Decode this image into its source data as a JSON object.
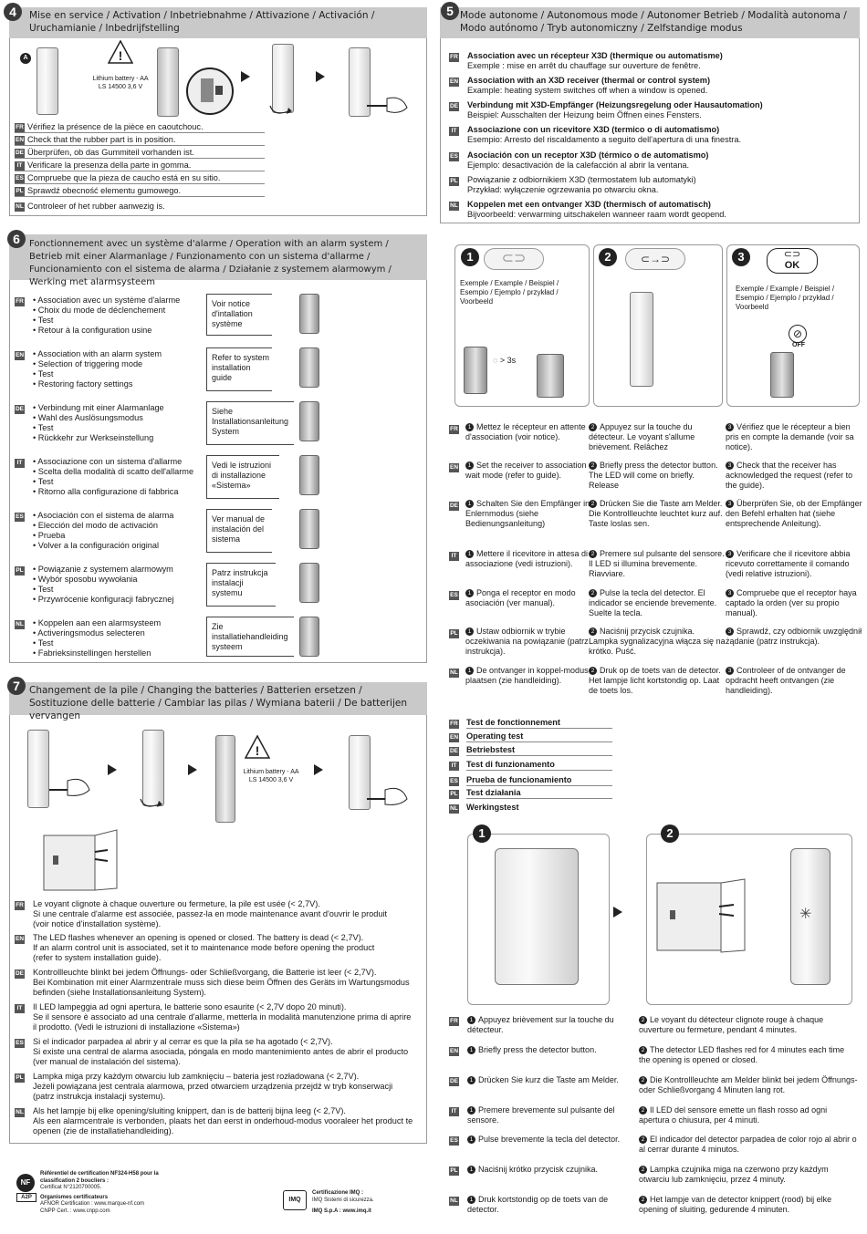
{
  "sec4": {
    "num": "4",
    "title": "Mise en service / Activation / Inbetriebnahme / Attivazione / Activación / Uruchamianie / Inbedrijfstelling",
    "label_a": "A",
    "battery": "Lithium battery - AA",
    "battery_spec": "LS 14500 3,6 V",
    "rows": [
      {
        "lang": "FR",
        "text": "Vérifiez la présence de la pièce en caoutchouc."
      },
      {
        "lang": "EN",
        "text": "Check that the rubber part is in position."
      },
      {
        "lang": "DE",
        "text": "Überprüfen, ob das Gummiteil vorhanden ist."
      },
      {
        "lang": "IT",
        "text": "Verificare la presenza della parte in gomma."
      },
      {
        "lang": "ES",
        "text": "Compruebe que la pieza de caucho está en su sitio."
      },
      {
        "lang": "PL",
        "text": "Sprawdź obecność elementu gumowego."
      },
      {
        "lang": "NL",
        "text": "Controleer of het rubber aanwezig is."
      }
    ]
  },
  "sec5": {
    "num": "5",
    "title": "Mode autonome / Autonomous mode / Autonomer Betrieb / Modalità autonoma / Modo autónomo / Tryb autonomiczny / Zelfstandige modus",
    "rows": [
      {
        "lang": "FR",
        "title": "Association avec un récepteur X3D (thermique ou automatisme)",
        "text": "Exemple : mise en arrêt du chauffage sur ouverture de fenêtre."
      },
      {
        "lang": "EN",
        "title": "Association with an X3D receiver (thermal or control system)",
        "text": "Example: heating system switches off when a window is opened."
      },
      {
        "lang": "DE",
        "title": "Verbindung mit X3D-Empfänger (Heizungsregelung oder Hausautomation)",
        "text": "Beispiel: Ausschalten der Heizung beim Öffnen eines Fensters."
      },
      {
        "lang": "IT",
        "title": "Associazione con un ricevitore X3D (termico o di automatismo)",
        "text": "Esempio: Arresto del riscaldamento a seguito dell'apertura di una finestra."
      },
      {
        "lang": "ES",
        "title": "Asociación con un receptor X3D (térmico o de automatismo)",
        "text": "Ejemplo: desactivación de la calefacción al abrir la ventana."
      },
      {
        "lang": "PL",
        "title": "Powiązanie z odbiornikiem X3D (termostatem lub automatyki)",
        "text": "Przykład: wyłączenie ogrzewania po otwarciu okna."
      },
      {
        "lang": "NL",
        "title": "Koppelen met een ontvanger X3D (thermisch of automatisch)",
        "text": "Bijvoorbeeld: verwarming uitschakelen wanneer raam wordt geopend."
      }
    ],
    "panels": [
      {
        "num": "1",
        "example": "Exemple / Example / Beispiel / Esempio / Ejemplo / przykład / Voorbeeld",
        "timer": "> 3s"
      },
      {
        "num": "2"
      },
      {
        "num": "3",
        "ok": "OK",
        "example": "Exemple / Example / Beispiel / Esempio / Ejemplo / przykład / Voorbeeld",
        "off": "OFF"
      }
    ],
    "steps": [
      {
        "lang": "FR",
        "c1": "Mettez le récepteur en attente d'association (voir notice).",
        "c2": "Appuyez sur la touche du détecteur. Le voyant s'allume brièvement. Relâchez",
        "c3": "Vérifiez que le récepteur a bien pris en compte la demande (voir sa notice)."
      },
      {
        "lang": "EN",
        "c1": "Set the receiver to association wait mode (refer to guide).",
        "c2": "Briefly press the detector button. The LED will come on briefly. Release",
        "c3": "Check that the receiver has acknowledged the request (refer to the guide)."
      },
      {
        "lang": "DE",
        "c1": "Schalten Sie den Empfänger in Enlernmodus (siehe Bedienungsanleitung)",
        "c2": "Drücken Sie die Taste am Melder. Die Kontrollleuchte leuchtet kurz auf. Taste loslas sen.",
        "c3": "Überprüfen Sie, ob der Empfänger den Befehl erhalten hat (siehe entsprechende Anleitung)."
      },
      {
        "lang": "IT",
        "c1": "Mettere il ricevitore in attesa di associazione (vedi istruzioni).",
        "c2": "Premere sul pulsante del sensore. Il LED si illumina brevemente. Riavviare.",
        "c3": "Verificare che il ricevitore abbia ricevuto correttamente il comando (vedi relative istruzioni)."
      },
      {
        "lang": "ES",
        "c1": "Ponga el receptor en modo asociación (ver manual).",
        "c2": "Pulse la tecla del detector. El indicador se enciende brevemente. Suelte la tecla.",
        "c3": "Compruebe que el receptor haya captado la orden (ver su propio manual)."
      },
      {
        "lang": "PL",
        "c1": "Ustaw odbiornik w trybie oczekiwania na powiązanie (patrz instrukcja).",
        "c2": "Naciśnij przycisk czujnika. Lampka sygnalizacyjna włącza się na krótko. Puść.",
        "c3": "Sprawdź, czy odbiornik uwzględnił żądanie (patrz instrukcja)."
      },
      {
        "lang": "NL",
        "c1": "De ontvanger in koppel-modus plaatsen (zie handleiding).",
        "c2": "Druk op de toets van de detector. Het lampje licht kortstondig op. Laat de toets los.",
        "c3": "Controleer of de ontvanger de opdracht heeft ontvangen (zie handleiding)."
      }
    ]
  },
  "sec6": {
    "num": "6",
    "title": "Fonctionnement avec un système d'alarme / Operation with an alarm system / Betrieb mit einer Alarmanlage / Funzionamento con un sistema d'allarme / Funcionamiento con el sistema de alarma / Działanie z systemem alarmowym / Werking met alarmsysteem",
    "rows": [
      {
        "lang": "FR",
        "items": [
          "• Association avec un système d'alarme",
          "• Choix du mode de déclenchement",
          "• Test",
          "• Retour à la configuration usine"
        ],
        "ref": "Voir notice d'intallation système"
      },
      {
        "lang": "EN",
        "items": [
          "• Association with an alarm system",
          "• Selection of triggering mode",
          "• Test",
          "• Restoring factory settings"
        ],
        "ref": "Refer to system installation guide"
      },
      {
        "lang": "DE",
        "items": [
          "• Verbindung mit einer Alarmanlage",
          "• Wahl des Auslösungsmodus",
          "• Test",
          "• Rückkehr zur Werkseinstellung"
        ],
        "ref": "Siehe Installationsanleitung System"
      },
      {
        "lang": "IT",
        "items": [
          "• Associazione con un sistema d'allarme",
          "• Scelta della modalità di scatto dell'allarme",
          "• Test",
          "• Ritorno alla configurazione di fabbrica"
        ],
        "ref": "Vedi le istruzioni di installazione «Sistema»"
      },
      {
        "lang": "ES",
        "items": [
          "• Asociación con el sistema de alarma",
          "• Elección del modo de activación",
          "• Prueba",
          "• Volver a la configuración original"
        ],
        "ref": "Ver manual de instalación del sistema"
      },
      {
        "lang": "PL",
        "items": [
          "• Powiązanie z systemem alarmowym",
          "• Wybór sposobu wywołania",
          "• Test",
          "• Przywrócenie konfiguracji fabrycznej"
        ],
        "ref": "Patrz instrukcja instalacji systemu"
      },
      {
        "lang": "NL",
        "items": [
          "• Koppelen aan een alarmsysteem",
          "• Activeringsmodus selecteren",
          "• Test",
          "• Fabrieksinstellingen herstellen"
        ],
        "ref": "Zie installatiehandleiding systeem"
      }
    ]
  },
  "sec7": {
    "num": "7",
    "title": "Changement de la pile / Changing the batteries / Batterien ersetzen / Sostituzione delle batterie / Cambiar las pilas / Wymiana baterii / De batterijen vervangen",
    "battery": "Lithium battery - AA",
    "battery_spec": "LS 14500 3,6 V",
    "rows": [
      {
        "lang": "FR",
        "lines": [
          "Le voyant clignote à chaque ouverture ou fermeture, la pile est usée (< 2,7V).",
          "Si une centrale d'alarme est associée, passez-la en mode maintenance avant d'ouvrir le produit",
          "(voir notice d'installation système)."
        ]
      },
      {
        "lang": "EN",
        "lines": [
          "The LED flashes whenever an opening is opened or closed. The battery is dead (< 2,7V).",
          "If an alarm control unit is associated, set it to maintenance mode before opening the product",
          "(refer to system installation guide)."
        ]
      },
      {
        "lang": "DE",
        "lines": [
          "Kontrollleuchte blinkt bei jedem Öffnungs- oder Schließvorgang, die Batterie ist leer (< 2,7V).",
          "Bei Kombination mit einer Alarmzentrale muss sich diese beim Öffnen des Geräts im Wartungsmodus",
          "befinden (siehe Installationsanleitung System)."
        ]
      },
      {
        "lang": "IT",
        "lines": [
          "Il LED lampeggia ad ogni apertura, le batterie sono esaurite (< 2,7V dopo 20 minuti).",
          "Se il sensore è associato ad una centrale d'allarme, metterla in modalità manutenzione prima di aprire",
          "il prodotto. (Vedi le istruzioni di installazione «Sistema»)"
        ]
      },
      {
        "lang": "ES",
        "lines": [
          "Si el indicador parpadea al abrir y al cerrar es que la pila se ha agotado (< 2,7V).",
          "Si existe una central de alarma asociada, póngala en modo mantenimiento antes de abrir el producto",
          "(ver manual de instalación del sistema)."
        ]
      },
      {
        "lang": "PL",
        "lines": [
          "Lampka miga przy każdym otwarciu lub zamknięciu – bateria jest rozładowana (< 2,7V).",
          "Jeżeli powiązana jest centrala alarmowa, przed otwarciem urządzenia przejdź w tryb konserwacji",
          "(patrz instrukcja instalacji systemu)."
        ]
      },
      {
        "lang": "NL",
        "lines": [
          "Als het lampje bij elke opening/sluiting knippert, dan is de batterij bijna leeg (< 2,7V).",
          "Als een alarmcentrale is verbonden, plaats het dan eerst in onderhoud-modus vooraleer het product te",
          "openen (zie de installatiehandleiding)."
        ]
      }
    ]
  },
  "test": {
    "rows": [
      {
        "lang": "FR",
        "text": "Test de fonctionnement"
      },
      {
        "lang": "EN",
        "text": "Operating test"
      },
      {
        "lang": "DE",
        "text": "Betriebstest"
      },
      {
        "lang": "IT",
        "text": "Test di funzionamento"
      },
      {
        "lang": "ES",
        "text": "Prueba de funcionamiento"
      },
      {
        "lang": "PL",
        "text": "Test działania"
      },
      {
        "lang": "NL",
        "text": "Werkingstest"
      }
    ],
    "panel1": "1",
    "panel2": "2",
    "steps": [
      {
        "lang": "FR",
        "c1": "Appuyez brièvement sur la touche du détecteur.",
        "c2": "Le voyant du détecteur clignote rouge à chaque ouverture ou fermeture, pendant 4 minutes."
      },
      {
        "lang": "EN",
        "c1": "Briefly press the detector button.",
        "c2": "The detector LED flashes red for 4 minutes each time the opening is opened or closed."
      },
      {
        "lang": "DE",
        "c1": "Drücken Sie kurz die Taste am Melder.",
        "c2": "Die Kontrollleuchte am Melder blinkt bei jedem Öffnungs- oder Schließvorgang 4 Minuten lang rot."
      },
      {
        "lang": "IT",
        "c1": "Premere brevemente sul pulsante del sensore.",
        "c2": "Il LED del sensore emette un flash rosso ad ogni apertura o chiusura, per 4 minuti."
      },
      {
        "lang": "ES",
        "c1": "Pulse brevemente la tecla del detector.",
        "c2": "El indicador del detector parpadea de color rojo al abrir o al cerrar durante 4 minutos."
      },
      {
        "lang": "PL",
        "c1": "Naciśnij krótko przycisk czujnika.",
        "c2": "Lampka czujnika miga na czerwono przy każdym otwarciu lub zamknięciu, przez 4 minuty."
      },
      {
        "lang": "NL",
        "c1": "Druk kortstondig op de toets van de detector.",
        "c2": "Het lampje van de detector knippert (rood) bij elke opening of sluiting, gedurende 4 minuten."
      }
    ]
  },
  "footer": {
    "nf_title": "Référentiel de certification NF324-H58 pour la classification 2 boucliers :",
    "nf_cert": "Certificat N°2120700005.",
    "org_title": "Organismes certificateurs",
    "afnor": "AFNOR Certification : www.marque-nf.com",
    "cnpp": "CNPP Cert. : www.cnpp.com",
    "imq_title": "Certificazione IMQ :",
    "imq_sub": "IMQ Sistemi di sicurezza.",
    "imq_spa": "IMQ S.p.A : www.imq.it",
    "nf_logo": "NF",
    "a2p_logo": "A2P",
    "imq_logo": "IMQ"
  }
}
